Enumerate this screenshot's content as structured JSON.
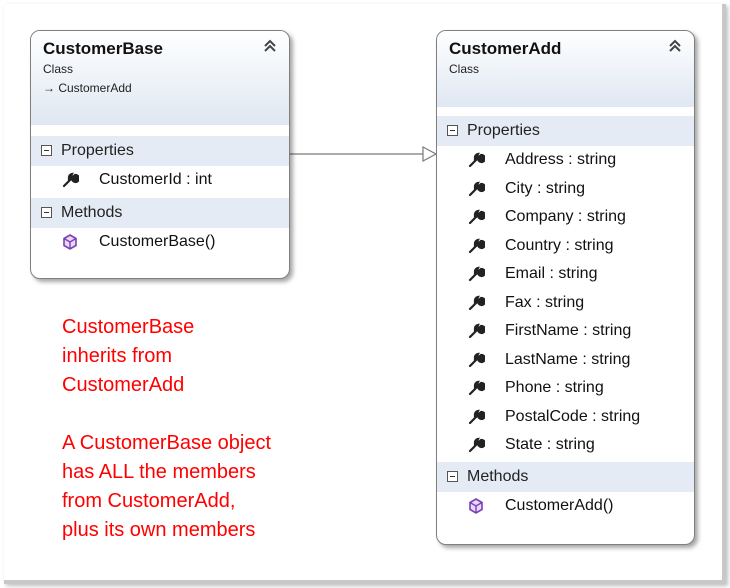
{
  "classes": {
    "customer_base": {
      "name": "CustomerBase",
      "stereotype": "Class",
      "inherits": "→ CustomerAdd",
      "properties_label": "Properties",
      "properties": [
        "CustomerId : int"
      ],
      "methods_label": "Methods",
      "methods": [
        "CustomerBase()"
      ]
    },
    "customer_add": {
      "name": "CustomerAdd",
      "stereotype": "Class",
      "properties_label": "Properties",
      "properties": [
        "Address : string",
        "City : string",
        "Company : string",
        "Country : string",
        "Email : string",
        "Fax : string",
        "FirstName : string",
        "LastName : string",
        "Phone : string",
        "PostalCode : string",
        "State : string"
      ],
      "methods_label": "Methods",
      "methods": [
        "CustomerAdd()"
      ]
    }
  },
  "note": {
    "lines": [
      "CustomerBase",
      "inherits from",
      "CustomerAdd",
      "",
      "A CustomerBase object",
      "has ALL the members",
      "from CustomerAdd,",
      "plus its own members"
    ]
  },
  "colors": {
    "header_gradient_end": "#dfe7f2",
    "section_bg": "#e4ebf5",
    "note_text": "#ff0000",
    "method_icon": "#7b3fb5"
  },
  "icons": {
    "property": "wrench-icon",
    "method": "cube-icon",
    "collapse": "double-chevron-up-icon",
    "section_toggle": "minus-box-icon"
  }
}
